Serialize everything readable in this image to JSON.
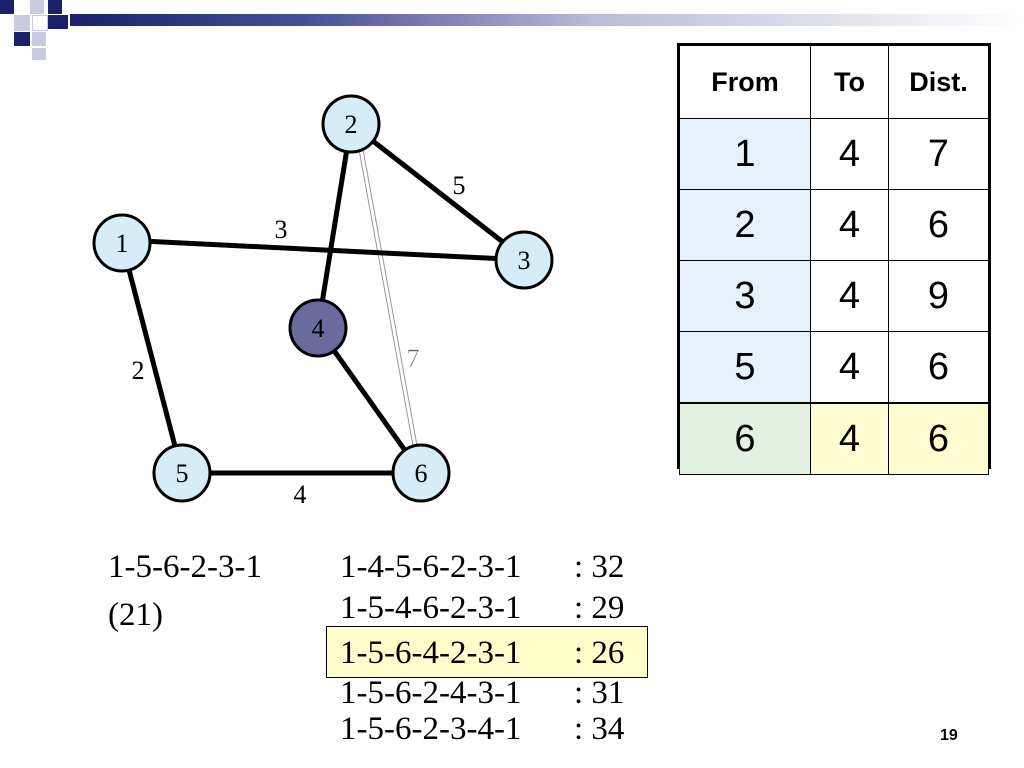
{
  "colors": {
    "node_fill": "#d6ecf8",
    "node_fill_selected": "#6a6a9f",
    "header_dark": "#1a1f6e",
    "table_first_col": "#e6f2fb",
    "table_hl_from": "#e3f1e3",
    "table_hl_cells": "#fffdd0",
    "route_hl": "#ffffcc"
  },
  "graph": {
    "nodes": {
      "n1": "1",
      "n2": "2",
      "n3": "3",
      "n4": "4",
      "n5": "5",
      "n6": "6"
    },
    "edge_labels": {
      "e_1_3": "3",
      "e_2_3": "5",
      "e_1_5": "2",
      "e_5_6": "4",
      "e_2_6": "7"
    },
    "selected_node": "4"
  },
  "table": {
    "headers": {
      "from": "From",
      "to": "To",
      "dist": "Dist."
    },
    "rows": [
      {
        "from": "1",
        "to": "4",
        "dist": "7"
      },
      {
        "from": "2",
        "to": "4",
        "dist": "6"
      },
      {
        "from": "3",
        "to": "4",
        "dist": "9"
      },
      {
        "from": "5",
        "to": "4",
        "dist": "6"
      },
      {
        "from": "6",
        "to": "4",
        "dist": "6",
        "highlighted": true
      }
    ]
  },
  "base_tour": {
    "path": "1-5-6-2-3-1",
    "cost": "(21)"
  },
  "candidates": [
    {
      "path": "1-4-5-6-2-3-1",
      "cost": ": 32"
    },
    {
      "path": "1-5-4-6-2-3-1",
      "cost": ": 29"
    },
    {
      "path": "1-5-6-4-2-3-1",
      "cost": ": 26",
      "highlighted": true
    },
    {
      "path": "1-5-6-2-4-3-1",
      "cost": ": 31"
    },
    {
      "path": "1-5-6-2-3-4-1",
      "cost": ": 34"
    }
  ],
  "page_number": "19"
}
